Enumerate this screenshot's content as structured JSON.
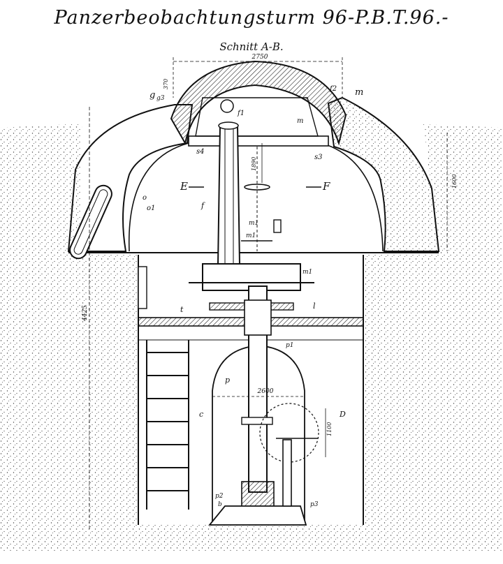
{
  "title": "Panzerbeobachtungsturm 96-P.B.T.96.-",
  "subtitle": "Schnitt A-B.",
  "labels": {
    "f1": "f1",
    "f2": "f2",
    "m": "m",
    "m1": "m1",
    "m1b": "m1",
    "m2": "m1",
    "s3": "s3",
    "s4": "s4",
    "g": "g",
    "g3": "g3",
    "E": "E",
    "F": "F",
    "f": "f",
    "o": "o",
    "o1": "o1",
    "l": "l",
    "t": "t",
    "p": "p",
    "p1": "p1",
    "p2": "p2",
    "p3": "p3",
    "c": "c",
    "D": "D",
    "b": "b"
  },
  "dimensions": {
    "dome_width": "2750",
    "dome_top": "370",
    "column_height": "1890",
    "right_height": "1600",
    "total_height": "4425",
    "chamber_width": "2600",
    "wheel": "1100"
  },
  "colors": {
    "ink": "#111111",
    "paper": "#ffffff",
    "stipple": "#444444"
  }
}
